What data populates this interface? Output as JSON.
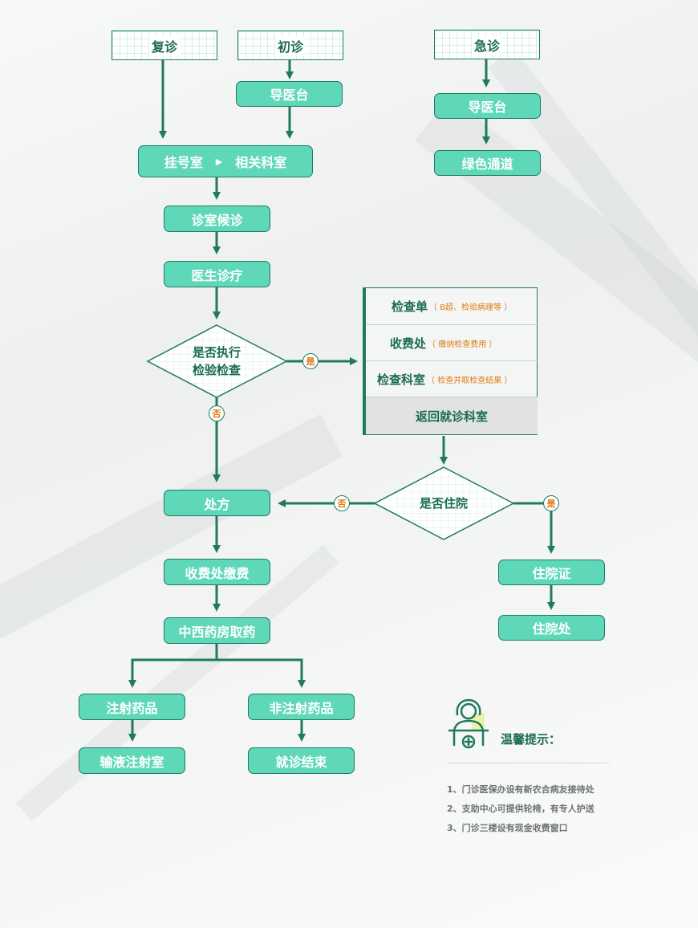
{
  "nodes": {
    "revisit": "复诊",
    "first_visit": "初诊",
    "emergency": "急诊",
    "guide_desk_1": "导医台",
    "guide_desk_2": "导医台",
    "green_channel": "绿色通道",
    "registration": "挂号室",
    "related_dept": "相关科室",
    "waiting_room": "诊室候诊",
    "doctor_treatment": "医生诊疗",
    "exam_decision": [
      "是否执行",
      "检验检查"
    ],
    "prescription": "处方",
    "pay_fee": "收费处缴费",
    "pharmacy": "中西药房取药",
    "injection_drug": "注射药品",
    "non_injection_drug": "非注射药品",
    "infusion_room": "输液注射室",
    "visit_end": "就诊结束",
    "hospitalize_decision": "是否住院",
    "admission_certificate": "住院证",
    "admission_office": "住院处"
  },
  "branch_labels": {
    "yes": "是",
    "no": "否"
  },
  "exam_panel": [
    {
      "main": "检查单",
      "note": "（ B超、检验病理等 ）"
    },
    {
      "main": "收费处",
      "note": "（ 缴纳检查费用 ）"
    },
    {
      "main": "检查科室",
      "note": "（ 检查并取检查结果 ）"
    },
    {
      "main": "返回就诊科室",
      "note": ""
    }
  ],
  "tips": {
    "title": "温馨提示：",
    "items": [
      "1、门诊医保办设有新农合病友接待处",
      "2、支助中心可提供轮椅，有专人护送",
      "3、门诊三楼设有现金收费窗口"
    ]
  },
  "colors": {
    "box_fill": "#5fd8b9",
    "line": "#1f7a5f",
    "title_text": "#1b6b55",
    "note_text": "#e07b12",
    "background": "#f2f3f3"
  }
}
